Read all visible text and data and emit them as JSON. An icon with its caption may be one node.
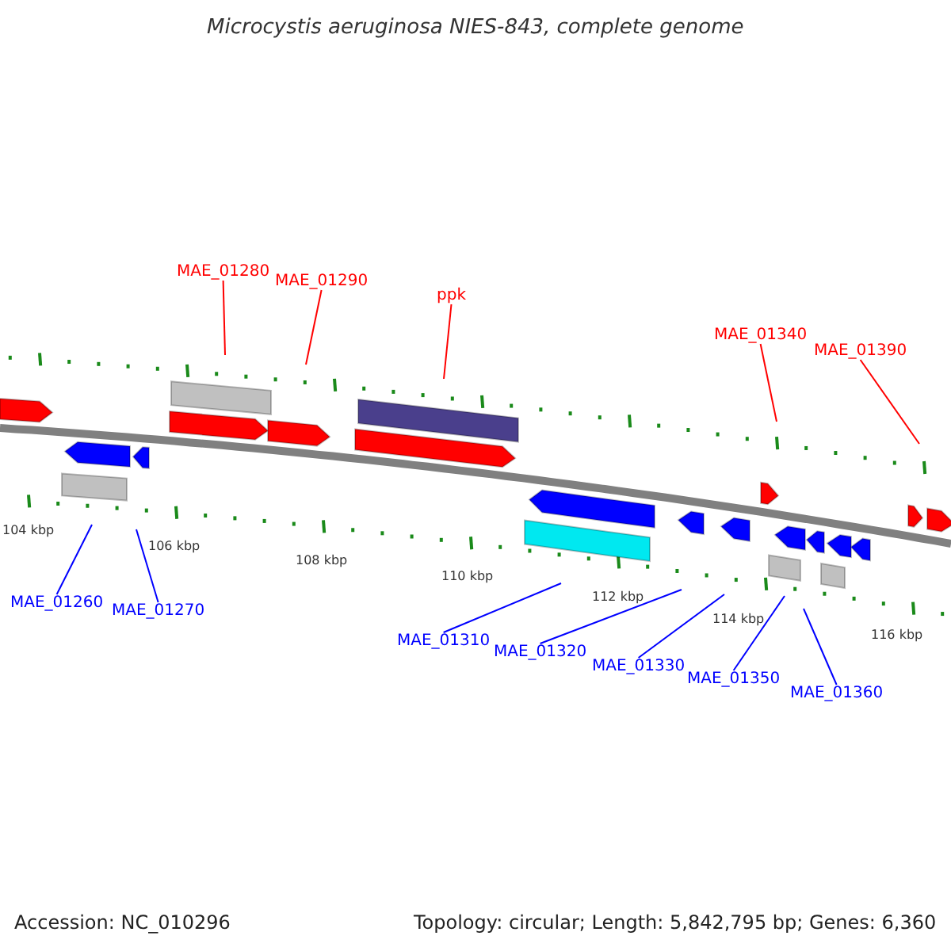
{
  "diagram": {
    "title": "Microcystis aeruginosa NIES-843, complete genome",
    "nodes": [
      {
        "text": [
          "MAE_01280"
        ]
      },
      {
        "text": [
          "MAE_01290"
        ]
      },
      {
        "text": [
          "ppk"
        ]
      },
      {
        "text": [
          "MAE_01340"
        ]
      },
      {
        "text": [
          "MAE_01390"
        ]
      },
      {
        "text": [
          "MAE_01260"
        ]
      },
      {
        "text": [
          "MAE_01270"
        ]
      },
      {
        "text": [
          "MAE_01310"
        ]
      },
      {
        "text": [
          "MAE_01320"
        ]
      },
      {
        "text": [
          "MAE_01330"
        ]
      },
      {
        "text": [
          "MAE_01350"
        ]
      },
      {
        "text": [
          "MAE_01360"
        ]
      }
    ],
    "edges": [
      {
        "from": 0,
        "to": null,
        "arrow": "none",
        "color": "#ff0000"
      },
      {
        "from": 1,
        "to": null,
        "arrow": "none",
        "color": "#ff0000"
      },
      {
        "from": 2,
        "to": null,
        "arrow": "none",
        "color": "#ff0000"
      },
      {
        "from": 3,
        "to": null,
        "arrow": "none",
        "color": "#ff0000"
      },
      {
        "from": 4,
        "to": null,
        "arrow": "none",
        "color": "#ff0000"
      },
      {
        "from": 5,
        "to": null,
        "arrow": "none"
      },
      {
        "from": 6,
        "to": null,
        "arrow": "none"
      },
      {
        "from": 7,
        "to": null,
        "arrow": "none"
      },
      {
        "from": 8,
        "to": null,
        "arrow": "none"
      },
      {
        "from": 9,
        "to": null,
        "arrow": "none"
      },
      {
        "from": 10,
        "to": null,
        "arrow": "none"
      },
      {
        "from": 11,
        "to": null,
        "arrow": "none"
      }
    ],
    "labels": [
      "104 kbp",
      "106 kbp",
      "108 kbp",
      "110 kbp",
      "112 kbp",
      "114 kbp",
      "116 kbp",
      "Accession: NC_010296",
      "Topology: circular; Length: 5,842,795 bp; Genes: 6,360"
    ]
  }
}
